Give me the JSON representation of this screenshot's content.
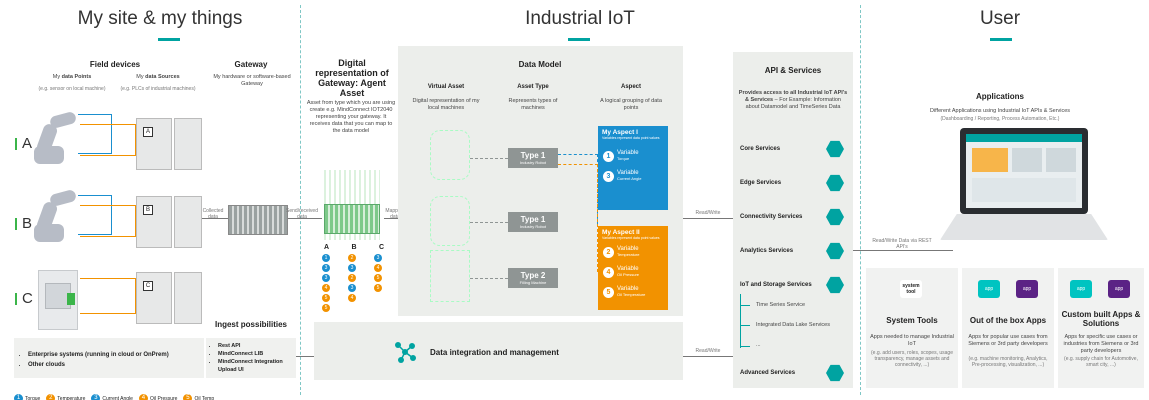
{
  "sections": {
    "left_title": "My site & my things",
    "middle_title": "Industrial IoT",
    "right_title": "User"
  },
  "field_devices": {
    "title": "Field devices",
    "points_title_pre": "My ",
    "points_title_bold": "data Points",
    "points_sub": "(e.g. sensor on local machine)",
    "sources_title_pre": "My ",
    "sources_title_bold": "data Sources",
    "sources_sub": "(e.g. PLCs of industrial machines)",
    "rows": [
      "A",
      "B",
      "C"
    ]
  },
  "gateway": {
    "title": "Gateway",
    "sub": "My hardware or software-based Gateway",
    "collected_label": "Collected data"
  },
  "agent": {
    "title": "Digital representation of Gateway: Agent Asset",
    "desc": "Asset from type which you are using create e.g. MindConnect IOT2040 representing your gateway. It receives data that you can map to the data model",
    "sendreceived_label": "Send/received data",
    "columns": [
      "A",
      "B",
      "C"
    ],
    "grid": [
      [
        "1",
        "2",
        "3"
      ],
      [
        "3",
        "3",
        "4"
      ],
      [
        "3",
        "2",
        "5"
      ],
      [
        "4",
        "3",
        "5"
      ],
      [
        "5",
        "4",
        ""
      ],
      [
        "5",
        "",
        ""
      ]
    ]
  },
  "data_model": {
    "title": "Data Model",
    "virtual_title": "Virtual Asset",
    "virtual_desc": "Digital representation of my local machines",
    "type_title": "Asset Type",
    "type_desc": "Represents types of machines",
    "aspect_title": "Aspect",
    "aspect_desc": "A logical grouping of data points",
    "mapping_label": "Mapping data",
    "types": [
      {
        "title": "Type 1",
        "sub": "Industry Robot"
      },
      {
        "title": "Type 1",
        "sub": "Industry Robot"
      },
      {
        "title": "Type 2",
        "sub": "Filling Machine"
      }
    ],
    "aspect1": {
      "title": "My Aspect I",
      "sub": "Variables represent data point values",
      "vars": [
        {
          "num": "1",
          "label": "Variable",
          "name": "Torque"
        },
        {
          "num": "3",
          "label": "Variable",
          "name": "Current Angle"
        }
      ]
    },
    "aspect2": {
      "title": "My Aspect II",
      "sub": "Variables represent data point values",
      "vars": [
        {
          "num": "2",
          "label": "Variable",
          "name": "Temperature"
        },
        {
          "num": "4",
          "label": "Variable",
          "name": "Oil Pressure"
        },
        {
          "num": "5",
          "label": "Variable",
          "name": "Oil Temperature"
        }
      ]
    },
    "readwrite_label": "Read/Write"
  },
  "api": {
    "title": "API & Services",
    "desc_pre": "Provides access to all Industrial IoT API's & Services",
    "desc_post": " – For Example: Information about Datamodel and TimeSeries Data",
    "services": [
      "Core Services",
      "Edge Services",
      "Connectivity Services",
      "Analytics Services",
      "IoT and Storage Services",
      "Advanced Services"
    ],
    "storage_sub": [
      "Time Series Service",
      "Integrated Data Lake Services",
      "..."
    ]
  },
  "applications": {
    "title": "Applications",
    "desc": "Different Applications using Industrial IoT APIs & Services",
    "desc_sub": "(Dashboarding / Reporting, Process Automation, Etc.)",
    "rest_label": "Read/Write Data via REST API's",
    "cards": [
      {
        "title": "System Tools",
        "tile": "system tool",
        "desc": "Apps needed to manage Industrial IoT",
        "sub": "(e.g. add users, roles, scopes, usage transparency, manage assets and connectivity, ...)"
      },
      {
        "title": "Out of the box Apps",
        "tile": "app",
        "desc": "Apps for popular use cases from Siemens or 3rd party developers",
        "sub": "(e.g. machine monitoring, Analytics, Pre-processing, visualization, ...)"
      },
      {
        "title": "Custom built Apps & Solutions",
        "tile": "app",
        "desc": "Apps for specific use cases or industries from Siemens or 3rd party developers",
        "sub": "(e.g. supply chain for Automotive, smart city, ...)"
      }
    ]
  },
  "ingest": {
    "title": "Ingest possibilities",
    "left_items": [
      "Enterprise systems (running in cloud or OnPrem)",
      "Other clouds"
    ],
    "right_items": [
      "Rest API",
      "MindConnect LIB",
      "MindConnect Integration Upload UI"
    ],
    "integration": "Data integration and management",
    "readwrite_label": "Read/Write"
  },
  "legend": [
    {
      "num": "1",
      "label": "Torque",
      "color": "#1a8fcf"
    },
    {
      "num": "2",
      "label": "Temperature",
      "color": "#f29200"
    },
    {
      "num": "3",
      "label": "Current Angle",
      "color": "#1a8fcf"
    },
    {
      "num": "4",
      "label": "Oil Pressure",
      "color": "#f29200"
    },
    {
      "num": "5",
      "label": "Oil Temp",
      "color": "#f29200"
    }
  ],
  "colors": {
    "teal": "#00a3a1",
    "blue": "#1a8fcf",
    "orange": "#f29200",
    "purple": "#6b2a8e"
  }
}
